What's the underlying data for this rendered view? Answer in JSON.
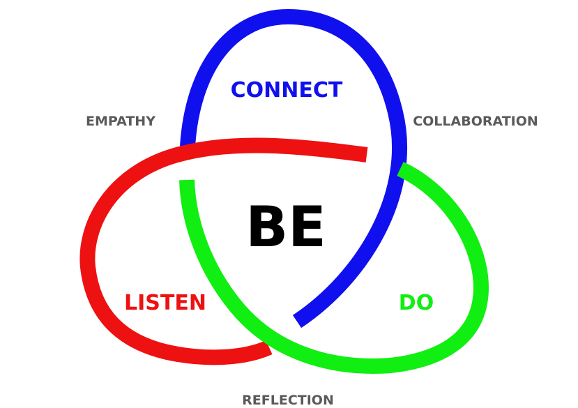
{
  "diagram": {
    "center": "BE",
    "loops": [
      {
        "id": "connect",
        "label": "CONNECT",
        "color": "#1010ee"
      },
      {
        "id": "listen",
        "label": "LISTEN",
        "color": "#ee1111"
      },
      {
        "id": "do",
        "label": "DO",
        "color": "#11ee11"
      }
    ],
    "outer_labels": {
      "empathy": "EMPATHY",
      "collaboration": "COLLABORATION",
      "reflection": "REFLECTION"
    },
    "colors": {
      "text_gray": "#5a5a5a",
      "center_text": "#000000",
      "background": "#ffffff"
    }
  }
}
